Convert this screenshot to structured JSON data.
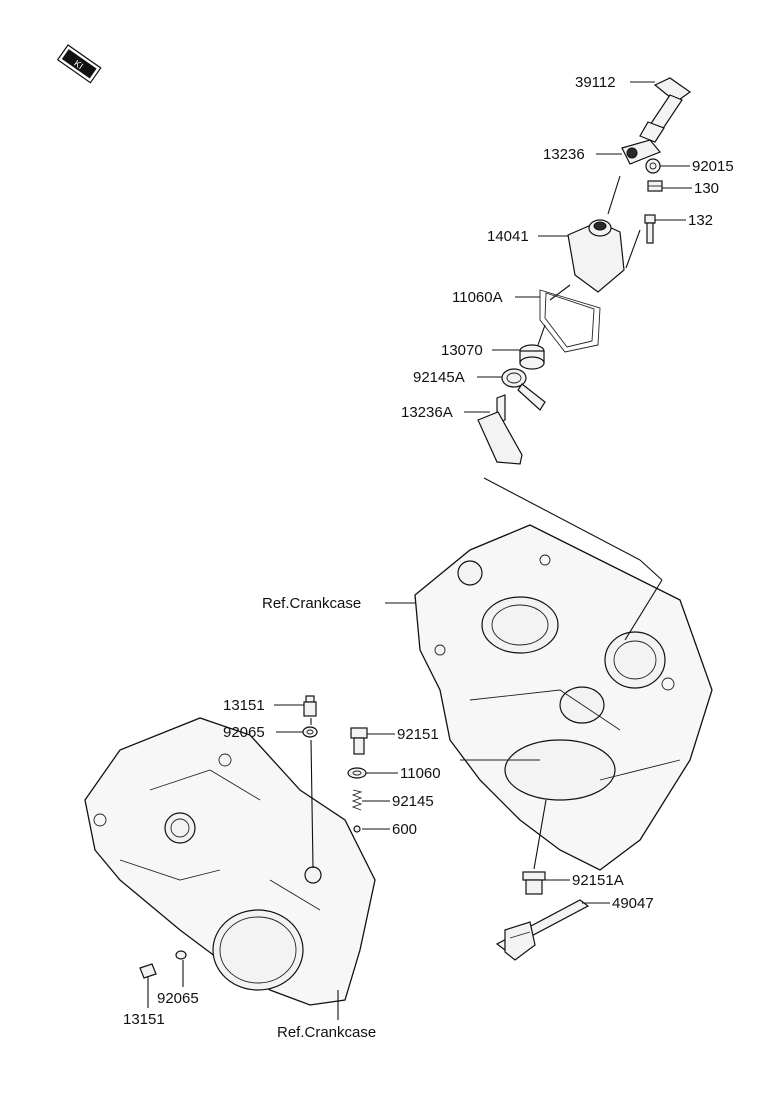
{
  "logo": {
    "icon": "kawasaki-ki-logo-icon"
  },
  "labels": {
    "p39112": "39112",
    "p13236": "13236",
    "p92015": "92015",
    "p130": "130",
    "p132": "132",
    "p14041": "14041",
    "p11060A": "11060A",
    "p13070": "13070",
    "p92145A": "92145A",
    "p13236A": "13236A",
    "ref_crankcase_upper": "Ref.Crankcase",
    "p13151_top": "13151",
    "p92065_top": "92065",
    "p92151": "92151",
    "p11060": "11060",
    "p92145": "92145",
    "p600": "600",
    "p92151A": "92151A",
    "p49047": "49047",
    "p92065_bottom": "92065",
    "p13151_bottom": "13151",
    "ref_crankcase_lower": "Ref.Crankcase"
  }
}
